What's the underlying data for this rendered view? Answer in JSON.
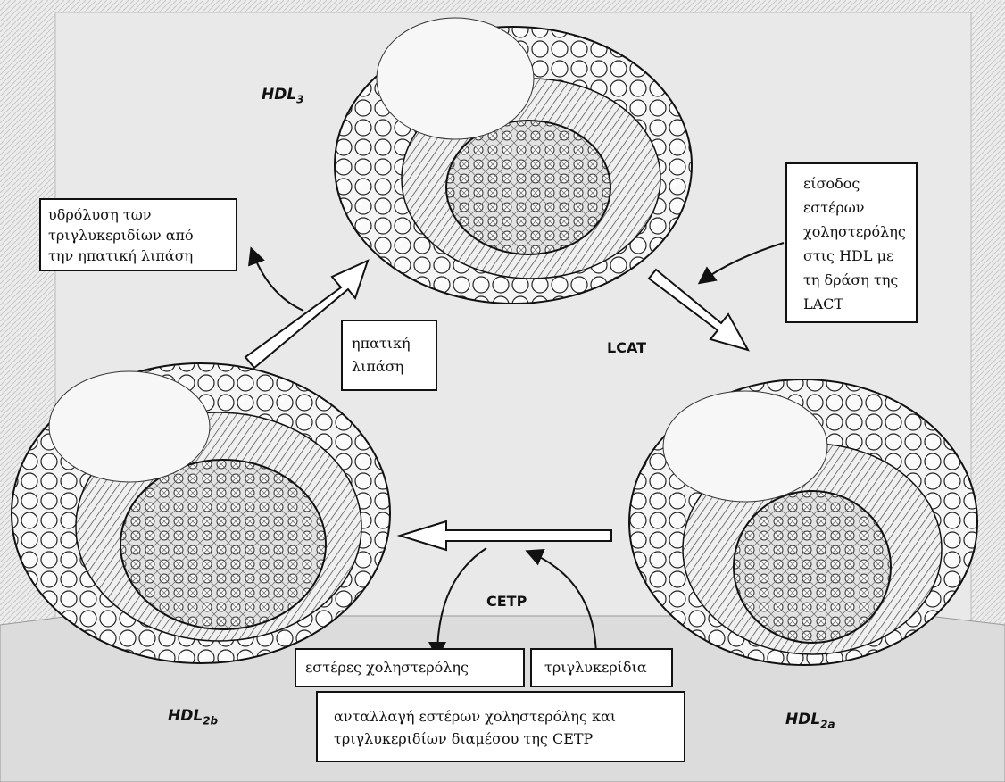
{
  "particles": {
    "hdl3": {
      "main": "HDL",
      "sub": "3"
    },
    "hdl2b": {
      "main": "HDL",
      "sub": "2b"
    },
    "hdl2a": {
      "main": "HDL",
      "sub": "2a"
    }
  },
  "enzymes": {
    "lcat": "LCAT",
    "cetp": "CETP"
  },
  "boxes": {
    "hydrolysis": [
      "υδρόλυση των",
      "τριγλυκεριδίων από",
      "την ηπατική λιπάση"
    ],
    "hepatic_lipase": [
      "ηπατική",
      "λιπάση"
    ],
    "ester_entry": [
      "είσοδος",
      "εστέρων",
      "χοληστερόλης",
      "στις HDL με",
      "τη δράση της",
      "LACT"
    ],
    "cholesterol_esters": "εστέρες χοληστερόλης",
    "triglycerides": "τριγλυκερίδια",
    "exchange": [
      "ανταλλαγή εστέρων χοληστερόλης και",
      "τριγλυκεριδίων διαμέσου της CETP"
    ]
  },
  "colors": {
    "ink": "#111111",
    "paper": "#ffffff",
    "background": "#e9e9e9",
    "particle_fill": "#f3f3f3"
  }
}
